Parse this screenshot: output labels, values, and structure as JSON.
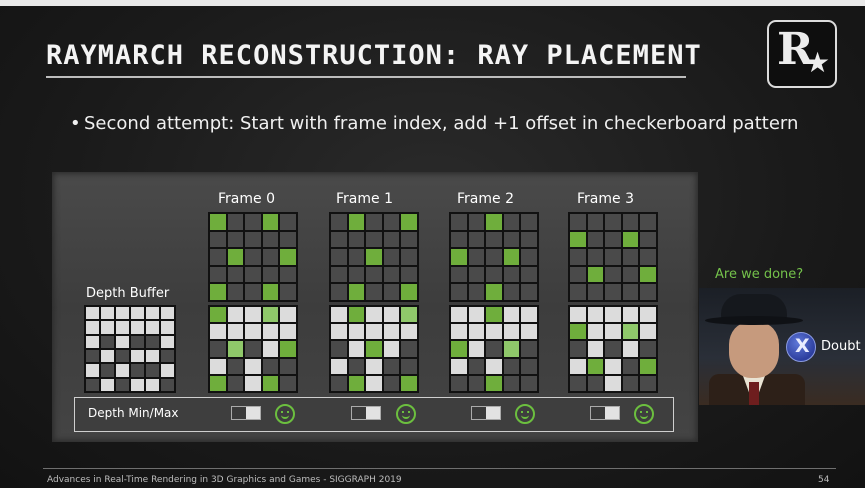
{
  "title": "RAYMARCH RECONSTRUCTION: RAY PLACEMENT",
  "bullet": "Second attempt: Start with frame index, add +1 offset in checkerboard pattern",
  "depth_buffer_label": "Depth Buffer",
  "depth_minmax_label": "Depth Min/Max",
  "question": "Are we done?",
  "doubt_label": "Doubt",
  "x_button_glyph": "X",
  "footer": "Advances in Real-Time Rendering in 3D Graphics and Games - SIGGRAPH 2019",
  "page_number": "54",
  "logo_letter": "R",
  "logo_star": "★",
  "colors": {
    "green": "#6fae3c",
    "dark_cell": "#4a4a4a",
    "light_cell": "#dcdcdc",
    "accent_text": "#74c24b"
  },
  "depth_buffer": [
    [
      1,
      1,
      1,
      1,
      1,
      1
    ],
    [
      1,
      1,
      1,
      1,
      1,
      1
    ],
    [
      1,
      0,
      1,
      0,
      0,
      1
    ],
    [
      0,
      1,
      0,
      1,
      1,
      0
    ],
    [
      1,
      0,
      1,
      0,
      0,
      1
    ],
    [
      0,
      1,
      0,
      1,
      1,
      0
    ]
  ],
  "frames": [
    {
      "label": "Frame 0",
      "top": [
        [
          1,
          0,
          0,
          1,
          0
        ],
        [
          0,
          0,
          0,
          0,
          0
        ],
        [
          0,
          1,
          0,
          0,
          1
        ],
        [
          0,
          0,
          0,
          0,
          0
        ],
        [
          1,
          0,
          0,
          1,
          0
        ]
      ],
      "bottom": [
        [
          2,
          1,
          1,
          3,
          1
        ],
        [
          1,
          1,
          1,
          1,
          1
        ],
        [
          0,
          3,
          0,
          1,
          2
        ],
        [
          1,
          0,
          1,
          0,
          0
        ],
        [
          2,
          0,
          1,
          2,
          0
        ]
      ]
    },
    {
      "label": "Frame 1",
      "top": [
        [
          0,
          1,
          0,
          0,
          1
        ],
        [
          0,
          0,
          0,
          0,
          0
        ],
        [
          0,
          0,
          1,
          0,
          0
        ],
        [
          0,
          0,
          0,
          0,
          0
        ],
        [
          0,
          1,
          0,
          0,
          1
        ]
      ],
      "bottom": [
        [
          1,
          2,
          1,
          1,
          3
        ],
        [
          1,
          1,
          1,
          1,
          1
        ],
        [
          0,
          1,
          2,
          1,
          0
        ],
        [
          1,
          0,
          1,
          0,
          0
        ],
        [
          0,
          2,
          1,
          0,
          2
        ]
      ]
    },
    {
      "label": "Frame 2",
      "top": [
        [
          0,
          0,
          1,
          0,
          0
        ],
        [
          0,
          0,
          0,
          0,
          0
        ],
        [
          1,
          0,
          0,
          1,
          0
        ],
        [
          0,
          0,
          0,
          0,
          0
        ],
        [
          0,
          0,
          1,
          0,
          0
        ]
      ],
      "bottom": [
        [
          1,
          1,
          2,
          1,
          1
        ],
        [
          1,
          1,
          1,
          1,
          1
        ],
        [
          2,
          1,
          0,
          3,
          0
        ],
        [
          1,
          0,
          1,
          0,
          0
        ],
        [
          0,
          0,
          2,
          0,
          0
        ]
      ]
    },
    {
      "label": "Frame 3",
      "top": [
        [
          0,
          0,
          0,
          0,
          0
        ],
        [
          1,
          0,
          0,
          1,
          0
        ],
        [
          0,
          0,
          0,
          0,
          0
        ],
        [
          0,
          1,
          0,
          0,
          1
        ],
        [
          0,
          0,
          0,
          0,
          0
        ]
      ],
      "bottom": [
        [
          1,
          1,
          1,
          1,
          1
        ],
        [
          2,
          1,
          1,
          3,
          1
        ],
        [
          0,
          1,
          0,
          1,
          0
        ],
        [
          1,
          2,
          1,
          0,
          2
        ],
        [
          0,
          0,
          1,
          0,
          0
        ]
      ]
    }
  ]
}
